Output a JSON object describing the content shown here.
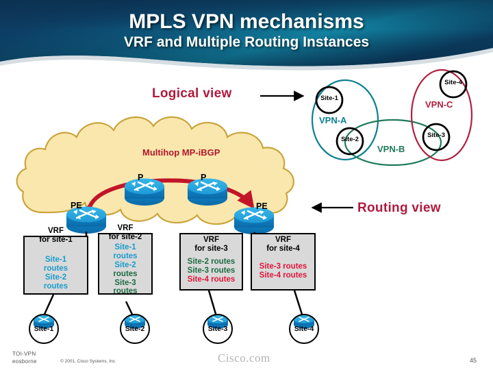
{
  "slide": {
    "title_main": "MPLS VPN mechanisms",
    "title_sub": "VRF and Multiple Routing Instances"
  },
  "labels": {
    "logical_view": "Logical view",
    "routing_view": "Routing view",
    "multihop": "Multihop MP-iBGP"
  },
  "venn": {
    "vpn_a": "VPN-A",
    "vpn_b": "VPN-B",
    "vpn_c": "VPN-C",
    "vpn_a_color": "#0b7f90",
    "vpn_b_color": "#1f7a5a",
    "vpn_c_color": "#b02040",
    "sites": [
      {
        "label": "Site-1"
      },
      {
        "label": "Site-2"
      },
      {
        "label": "Site-3"
      },
      {
        "label": "Site-4"
      }
    ]
  },
  "cloud": {
    "fill_color": "#fae7ad",
    "stroke_color": "#c9a43c",
    "nodes": [
      {
        "label": "P"
      },
      {
        "label": "P"
      },
      {
        "label": "PE"
      },
      {
        "label": "PE"
      }
    ]
  },
  "vrf_boxes": [
    {
      "title_line1": "VRF",
      "title_line2": "for site-1",
      "routes": [
        {
          "text": "Site-1",
          "color": "blue"
        },
        {
          "text": "routes",
          "color": "blue"
        },
        {
          "text": "Site-2",
          "color": "blue"
        },
        {
          "text": "routes",
          "color": "blue"
        }
      ]
    },
    {
      "title_line1": "VRF",
      "title_line2": "for site-2",
      "routes": [
        {
          "text": "Site-1",
          "color": "blue"
        },
        {
          "text": "routes",
          "color": "blue"
        },
        {
          "text": "Site-2",
          "color": "blue"
        },
        {
          "text": "routes",
          "color": "green"
        },
        {
          "text": "Site-3",
          "color": "green"
        },
        {
          "text": "routes",
          "color": "green"
        }
      ]
    },
    {
      "title_line1": "VRF",
      "title_line2": "for site-3",
      "routes": [
        {
          "text": "Site-2 routes",
          "color": "green"
        },
        {
          "text": "Site-3 routes",
          "color": "green"
        },
        {
          "text": "Site-4 routes",
          "color": "red"
        }
      ]
    },
    {
      "title_line1": "VRF",
      "title_line2": "for site-4",
      "routes": [
        {
          "text": "Site-3 routes",
          "color": "red"
        },
        {
          "text": "Site-4 routes",
          "color": "red"
        }
      ]
    }
  ],
  "site_nodes": [
    {
      "label": "Site-1"
    },
    {
      "label": "Site-2"
    },
    {
      "label": "Site-3"
    },
    {
      "label": "Site-4"
    }
  ],
  "footer": {
    "deck_line1": "TOI-VPN",
    "deck_line2": "eosborne",
    "copyright": "© 2001, Cisco Systems, Inc.",
    "brand": "Cisco.com",
    "page_number": "45"
  }
}
